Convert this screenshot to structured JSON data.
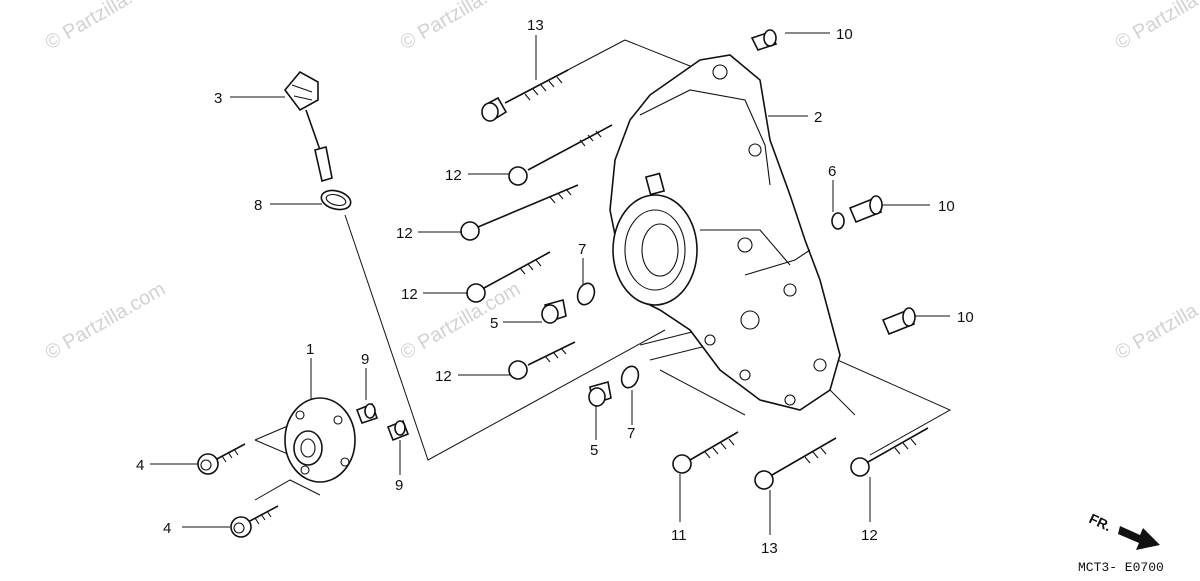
{
  "diagram": {
    "type": "exploded-parts-diagram",
    "callouts": [
      {
        "id": "c13a",
        "text": "13"
      },
      {
        "id": "c10a",
        "text": "10"
      },
      {
        "id": "c3",
        "text": "3"
      },
      {
        "id": "c2",
        "text": "2"
      },
      {
        "id": "c12a",
        "text": "12"
      },
      {
        "id": "c6",
        "text": "6"
      },
      {
        "id": "c8",
        "text": "8"
      },
      {
        "id": "c10b",
        "text": "10"
      },
      {
        "id": "c12b",
        "text": "12"
      },
      {
        "id": "c7a",
        "text": "7"
      },
      {
        "id": "c12c",
        "text": "12"
      },
      {
        "id": "c5a",
        "text": "5"
      },
      {
        "id": "c10c",
        "text": "10"
      },
      {
        "id": "c1",
        "text": "1"
      },
      {
        "id": "c9a",
        "text": "9"
      },
      {
        "id": "c12d",
        "text": "12"
      },
      {
        "id": "c5b",
        "text": "5"
      },
      {
        "id": "c7b",
        "text": "7"
      },
      {
        "id": "c4a",
        "text": "4"
      },
      {
        "id": "c9b",
        "text": "9"
      },
      {
        "id": "c11",
        "text": "11"
      },
      {
        "id": "c13b",
        "text": "13"
      },
      {
        "id": "c12e",
        "text": "12"
      },
      {
        "id": "c4b",
        "text": "4"
      }
    ],
    "direction_label": "FR.",
    "diagram_code": "MCT3- E0700",
    "watermark": "© Partzilla.com"
  }
}
